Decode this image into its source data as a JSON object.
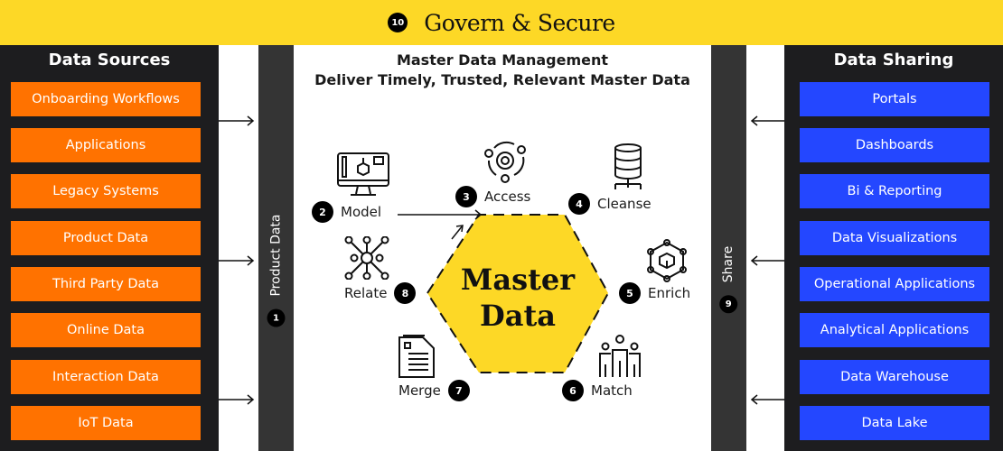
{
  "banner": {
    "step": "10",
    "title": "Govern & Secure"
  },
  "data_sources": {
    "title": "Data Sources",
    "items": [
      "Onboarding Workflows",
      "Applications",
      "Legacy Systems",
      "Product Data",
      "Third Party Data",
      "Online Data",
      "Interaction Data",
      "IoT Data"
    ],
    "color": "#ff7200"
  },
  "data_sharing": {
    "title": "Data Sharing",
    "items": [
      "Portals",
      "Dashboards",
      "Bi & Reporting",
      "Data Visualizations",
      "Operational Applications",
      "Analytical Applications",
      "Data Warehouse",
      "Data Lake"
    ],
    "color": "#2447ff"
  },
  "left_bar": {
    "step": "1",
    "label": "Product Data"
  },
  "right_bar": {
    "step": "9",
    "label": "Share"
  },
  "center": {
    "title_line1": "Master Data Management",
    "title_line2": "Deliver Timely, Trusted, Relevant Master Data",
    "hexagon_line1": "Master",
    "hexagon_line2": "Data",
    "hexagon_color": "#fdd826",
    "steps": [
      {
        "num": "2",
        "label": "Model",
        "icon": "monitor-3d-cube-icon"
      },
      {
        "num": "3",
        "label": "Access",
        "icon": "gear-network-icon"
      },
      {
        "num": "4",
        "label": "Cleanse",
        "icon": "database-icon"
      },
      {
        "num": "5",
        "label": "Enrich",
        "icon": "cube-network-icon"
      },
      {
        "num": "6",
        "label": "Match",
        "icon": "people-group-icon"
      },
      {
        "num": "7",
        "label": "Merge",
        "icon": "documents-icon"
      },
      {
        "num": "8",
        "label": "Relate",
        "icon": "node-network-icon"
      }
    ]
  }
}
